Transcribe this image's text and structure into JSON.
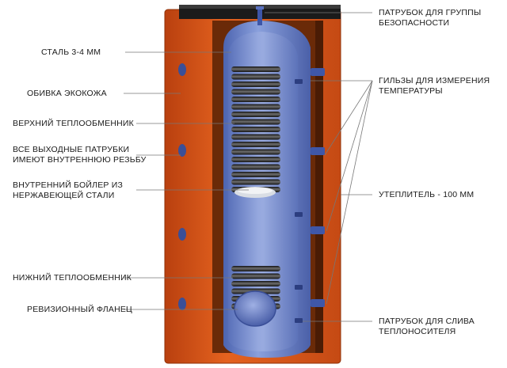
{
  "diagram": {
    "colors": {
      "insulation": "#d7541c",
      "insulation_dark": "#a93a10",
      "tank": "#6e86c8",
      "tank_dark": "#3f57a3",
      "coil": "#2a2a2a",
      "cap": "#1c1c1c"
    },
    "labels_left": [
      {
        "id": "steel",
        "lines": [
          "СТАЛЬ 3-4 ММ"
        ]
      },
      {
        "id": "leather",
        "lines": [
          "ОБИВКА ЭКОКОЖА"
        ]
      },
      {
        "id": "upper-exchanger",
        "lines": [
          "ВЕРХНИЙ ТЕПЛООБМЕННИК"
        ]
      },
      {
        "id": "outlets",
        "lines": [
          "ВСЕ ВЫХОДНЫЕ ПАТРУБКИ",
          "ИМЕЮТ ВНУТРЕННЮЮ РЕЗЬБУ"
        ]
      },
      {
        "id": "inner-boiler",
        "lines": [
          "ВНУТРЕННИЙ БОЙЛЕР ИЗ",
          "НЕРЖАВЕЮЩЕЙ СТАЛИ"
        ]
      },
      {
        "id": "lower-exchanger",
        "lines": [
          "НИЖНИЙ ТЕПЛООБМЕННИК"
        ]
      },
      {
        "id": "flange",
        "lines": [
          "РЕВИЗИОННЫЙ ФЛАНЕЦ"
        ]
      }
    ],
    "labels_right": [
      {
        "id": "safety-pipe",
        "lines": [
          "ПАТРУБОК ДЛЯ ГРУППЫ",
          "БЕЗОПАСНОСТИ"
        ]
      },
      {
        "id": "sleeves",
        "lines": [
          "ГИЛЬЗЫ ДЛЯ ИЗМЕРЕНИЯ",
          "ТЕМПЕРАТУРЫ"
        ]
      },
      {
        "id": "insulation",
        "lines": [
          "УТЕПЛИТЕЛЬ - 100 ММ"
        ]
      },
      {
        "id": "drain-pipe",
        "lines": [
          "ПАТРУБОК ДЛЯ СЛИВА",
          "ТЕПЛОНОСИТЕЛЯ"
        ]
      }
    ]
  }
}
